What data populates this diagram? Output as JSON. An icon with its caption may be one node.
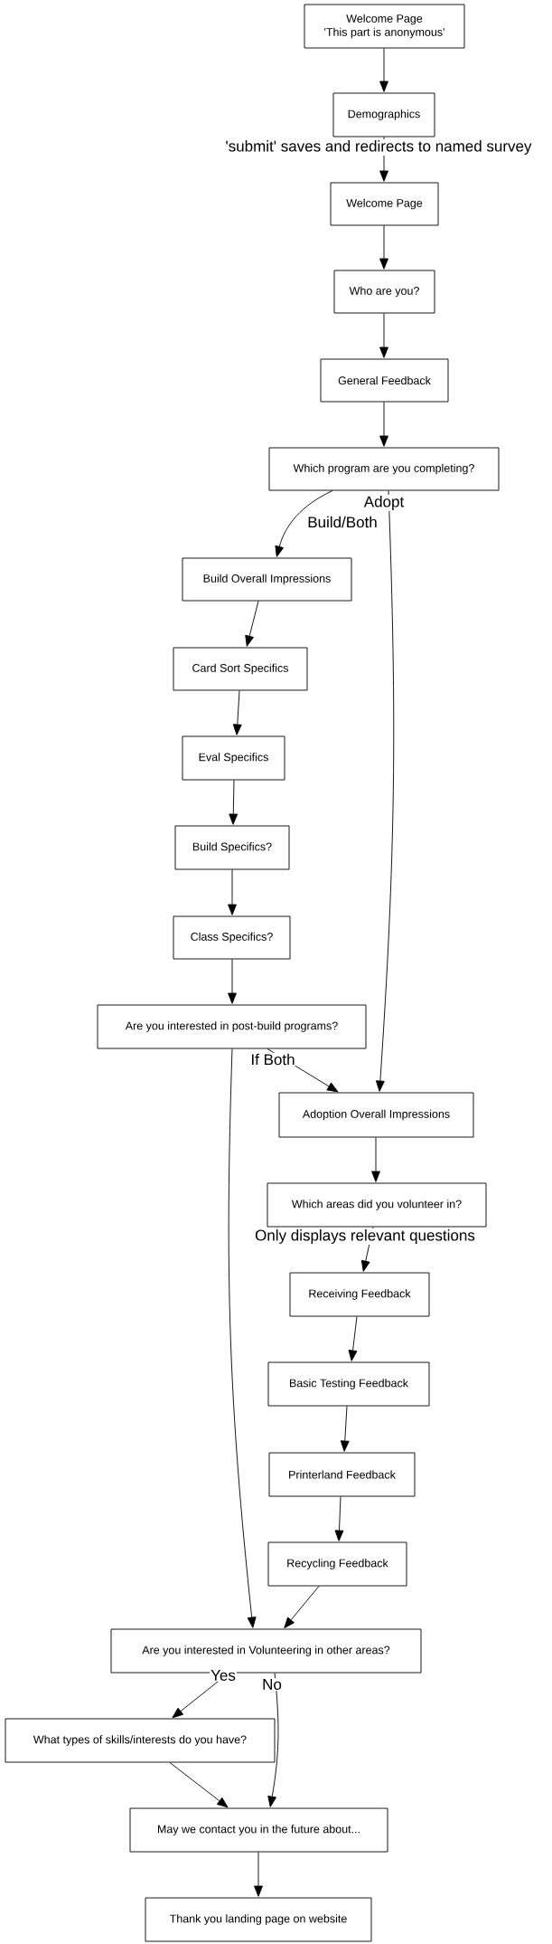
{
  "diagram": {
    "nodes": [
      {
        "text": [
          "Welcome Page",
          "'This part is anonymous'"
        ]
      },
      {
        "text": [
          "Demographics"
        ]
      },
      {
        "text": [
          "Welcome Page"
        ]
      },
      {
        "text": [
          "Who are you?"
        ]
      },
      {
        "text": [
          "General Feedback"
        ]
      },
      {
        "text": [
          "Which program are you completing?"
        ]
      },
      {
        "text": [
          "Build Overall Impressions"
        ]
      },
      {
        "text": [
          "Card Sort Specifics"
        ]
      },
      {
        "text": [
          "Eval Specifics"
        ]
      },
      {
        "text": [
          "Build Specifics?"
        ]
      },
      {
        "text": [
          "Class Specifics?"
        ]
      },
      {
        "text": [
          "Are you interested in post-build programs?"
        ]
      },
      {
        "text": [
          "Adoption Overall Impressions"
        ]
      },
      {
        "text": [
          "Which areas did you volunteer in?"
        ]
      },
      {
        "text": [
          "Receiving Feedback"
        ]
      },
      {
        "text": [
          "Basic Testing Feedback"
        ]
      },
      {
        "text": [
          "Printerland Feedback"
        ]
      },
      {
        "text": [
          "Recycling Feedback"
        ]
      },
      {
        "text": [
          "Are you interested in Volunteering in other areas?"
        ]
      },
      {
        "text": [
          "What types of skills/interests do you have?"
        ]
      },
      {
        "text": [
          "May we contact you in the future about..."
        ]
      },
      {
        "text": [
          "Thank you landing page on website"
        ]
      }
    ],
    "edges": [
      {
        "from": 0,
        "to": 1,
        "arrow": "to"
      },
      {
        "from": 1,
        "to": 2,
        "arrow": "to",
        "label": "'submit' saves and redirects to named survey"
      },
      {
        "from": 2,
        "to": 3,
        "arrow": "to"
      },
      {
        "from": 3,
        "to": 4,
        "arrow": "to"
      },
      {
        "from": 4,
        "to": 5,
        "arrow": "to"
      },
      {
        "from": 5,
        "to": 6,
        "arrow": "to",
        "label": "Build/Both"
      },
      {
        "from": 5,
        "to": 12,
        "arrow": "to",
        "label": "Adopt"
      },
      {
        "from": 6,
        "to": 7,
        "arrow": "to"
      },
      {
        "from": 7,
        "to": 8,
        "arrow": "to"
      },
      {
        "from": 8,
        "to": 9,
        "arrow": "to"
      },
      {
        "from": 9,
        "to": 10,
        "arrow": "to"
      },
      {
        "from": 10,
        "to": 11,
        "arrow": "to"
      },
      {
        "from": 11,
        "to": 12,
        "arrow": "to",
        "label": "If Both"
      },
      {
        "from": 11,
        "to": 18,
        "arrow": "to"
      },
      {
        "from": 12,
        "to": 13,
        "arrow": "to"
      },
      {
        "from": 13,
        "to": 14,
        "arrow": "to",
        "label": "Only displays relevant questions"
      },
      {
        "from": 14,
        "to": 15,
        "arrow": "to"
      },
      {
        "from": 15,
        "to": 16,
        "arrow": "to"
      },
      {
        "from": 16,
        "to": 17,
        "arrow": "to"
      },
      {
        "from": 17,
        "to": 18,
        "arrow": "to"
      },
      {
        "from": 18,
        "to": 19,
        "arrow": "to",
        "label": "Yes"
      },
      {
        "from": 18,
        "to": 20,
        "arrow": "to",
        "label": "No"
      },
      {
        "from": 19,
        "to": 20,
        "arrow": "to"
      },
      {
        "from": 20,
        "to": 21,
        "arrow": "to"
      }
    ]
  }
}
